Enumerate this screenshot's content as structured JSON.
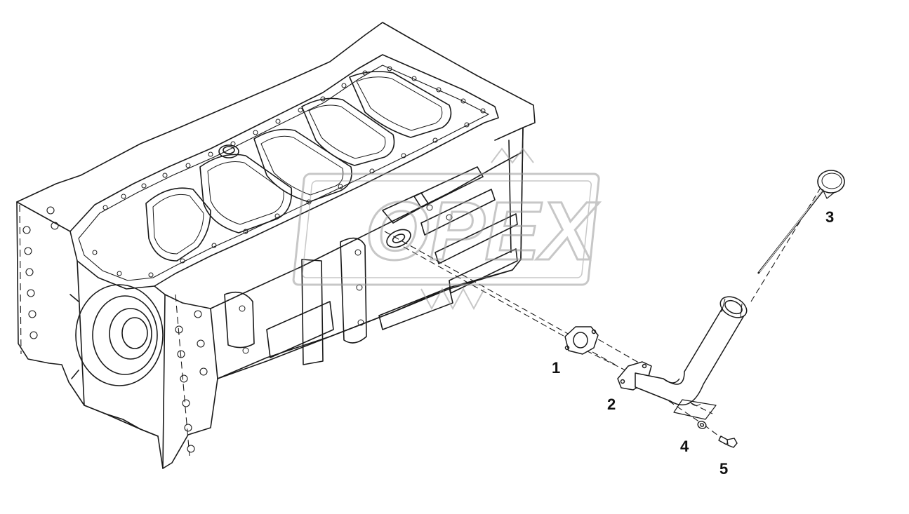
{
  "diagram": {
    "background": "#ffffff",
    "line_color": "#1a1a1a",
    "watermark": {
      "text": "OPEX",
      "color": "#9a9a9a"
    },
    "callouts": [
      {
        "id": "1",
        "label": "1"
      },
      {
        "id": "2",
        "label": "2"
      },
      {
        "id": "3",
        "label": "3"
      },
      {
        "id": "4",
        "label": "4"
      },
      {
        "id": "5",
        "label": "5"
      }
    ]
  }
}
